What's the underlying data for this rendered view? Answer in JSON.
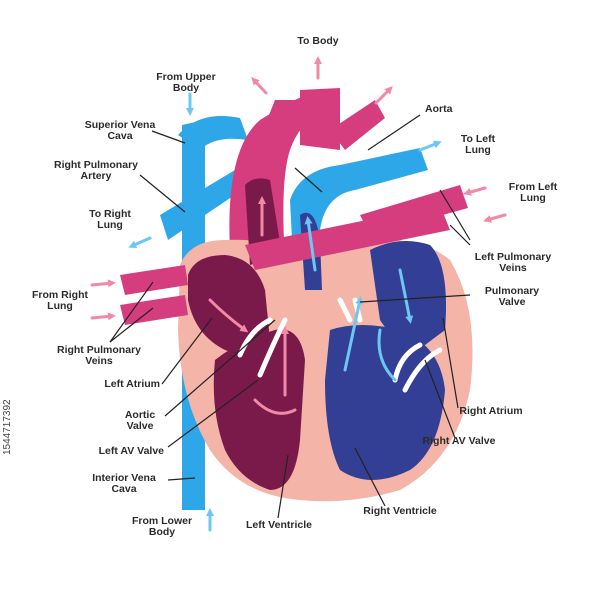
{
  "colors": {
    "blue": "#2da7e8",
    "pink": "#d63d7e",
    "light_pink": "#f4b4a8",
    "dark_maroon": "#7a1a4a",
    "navy": "#333f94",
    "arrow_pink": "#f28aa6",
    "arrow_blue": "#6cc8f2",
    "valve_white": "#ffffff"
  },
  "labels": {
    "to_body": "To Body",
    "from_upper_body": "From Upper\nBody",
    "aorta": "Aorta",
    "superior_vena_cava": "Superior Vena\nCava",
    "to_left_lung": "To Left\nLung",
    "right_pulmonary_artery": "Right Pulmonary\nArtery",
    "from_left_lung": "From Left\nLung",
    "to_right_lung": "To Right\nLung",
    "left_pulmonary_veins": "Left Pulmonary\nVeins",
    "from_right_lung": "From Right\nLung",
    "pulmonary_valve": "Pulmonary\nValve",
    "right_pulmonary_veins": "Right Pulmonary\nVeins",
    "left_atrium": "Left Atrium",
    "right_atrium": "Right Atrium",
    "aortic_valve": "Aortic\nValve",
    "right_av_valve": "Right AV Valve",
    "left_av_valve": "Left AV Valve",
    "interior_vena_cava": "Interior Vena\nCava",
    "right_ventricle": "Right Ventricle",
    "from_lower_body": "From Lower\nBody",
    "left_ventricle": "Left Ventricle"
  },
  "stock_id": "1544717392"
}
